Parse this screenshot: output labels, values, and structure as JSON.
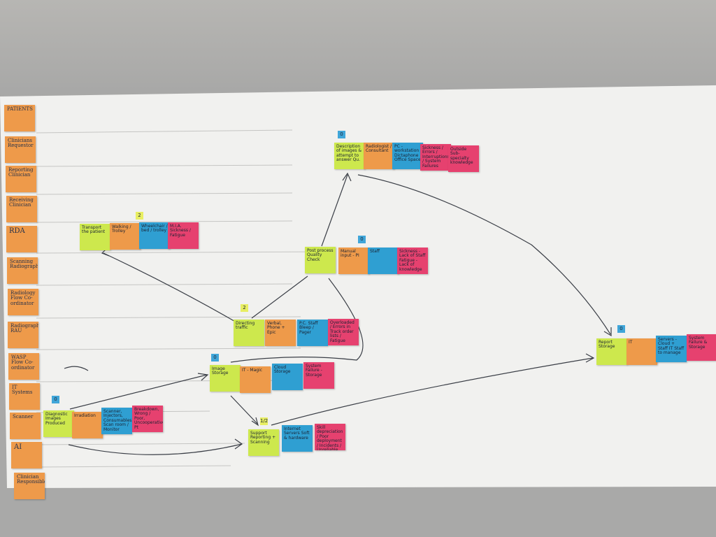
{
  "swimlanes": [
    "PATIENTS",
    "Clinicians Requestor",
    "Reporting Clinician",
    "Receiving Clinician",
    "RDA",
    "Scanning Radiographer",
    "Radiology Flow Co-ordinator",
    "Radiographer RAU",
    "WASP Flow Co-ordinator",
    "IT Systems",
    "Scanner",
    "AI",
    "Clinician Responsible"
  ],
  "steps": {
    "description": {
      "badge": "0",
      "task": "Description of images & attempt to answer Qu.",
      "who": "Radiologist / Consultant",
      "resource": "PC - workstation Dictaphone Office Space",
      "risk": "Sickness / Errors / Interruptions / System Failures",
      "extra": "Outside Sub-specialty knowledge"
    },
    "transport": {
      "badge": "2",
      "task": "Transport the patient",
      "who": "Walking / Trolley",
      "resource": "Wheelchair / bed / trolley",
      "risk": "M.I.A. Sickness / Fatigue"
    },
    "post_process": {
      "badge": "0",
      "task": "Post process Quality Check",
      "who": "Manual input - PI",
      "resource": "Staff",
      "risk": "Sickness - Lack of Staff Fatigue - Lack of knowledge"
    },
    "directing": {
      "badge": "2",
      "task": "Directing traffic",
      "who": "Verbal, Phone + Epic",
      "resource": "P.C. Staff Bleep / Pager",
      "risk": "Overloaded / Errors in Track order lists / Fatigue"
    },
    "image_storage": {
      "badge": "0",
      "task": "Image Storage",
      "who": "IT - Magic",
      "resource": "Cloud Storage",
      "risk": "System Failure - Storage"
    },
    "diagnostic": {
      "badge": "0",
      "task": "Diagnostic Images Produced",
      "who": "Irradiation",
      "resource": "Scanner, Injectors, Consumables, Scan room / Monitor",
      "risk": "Breakdown, Wrong / Poor, Uncooperative Pt"
    },
    "support": {
      "badge": "1/2",
      "task": "Support Reporting + Scanning",
      "resource": "Internet Servers Soft & hardware",
      "risk": "Skill depreciation / Poor deployment / Incidents / Unreliable reports"
    },
    "report_storage": {
      "badge": "0",
      "task": "Report Storage",
      "who": "IT",
      "resource": "Servers - Cloud + Staff IT Staff to manage",
      "risk": "System Failure & Storage"
    }
  },
  "colors": {
    "orange": "#ee9a4a",
    "lime": "#cde84d",
    "blue": "#2f9fd2",
    "pink": "#e6416f",
    "paper": "#f2f2f0",
    "ink": "#2b2f38"
  }
}
